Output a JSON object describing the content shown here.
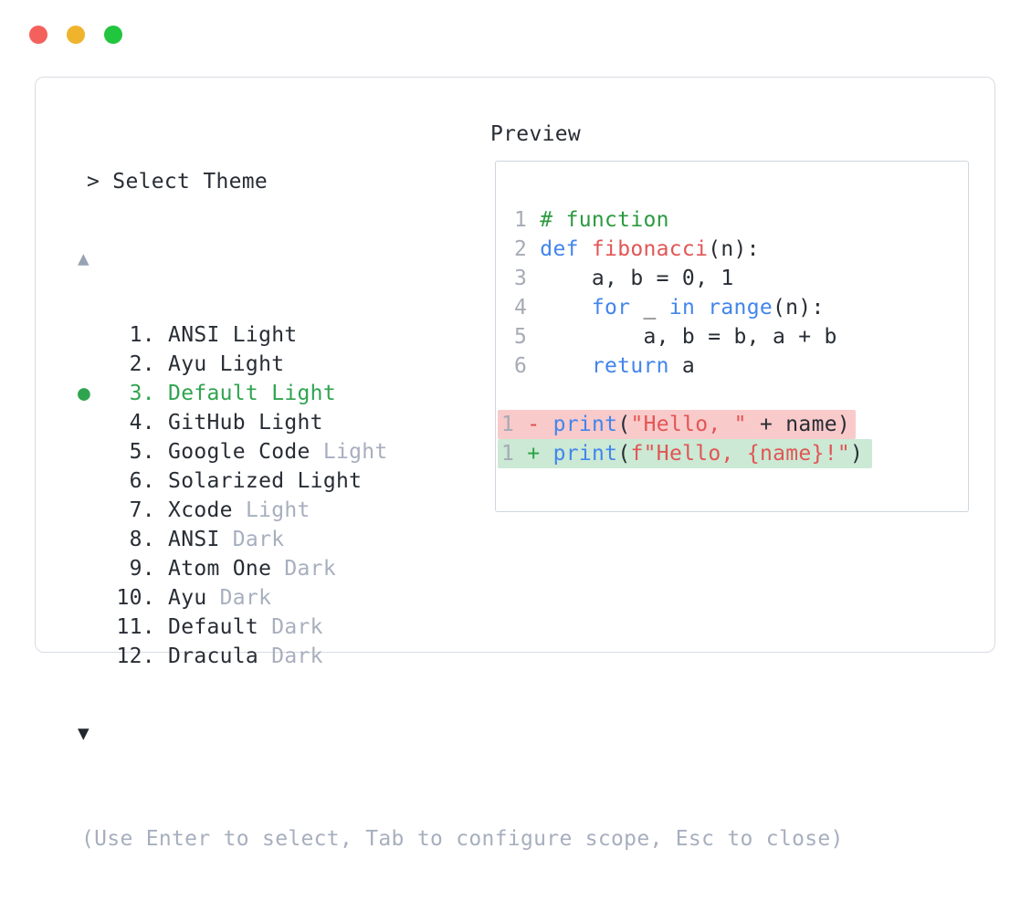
{
  "colors": {
    "text_dark": "#282d35",
    "text_muted": "#a7afbe",
    "selected_green": "#2fa44f",
    "scroll_up": "#98a2b3",
    "scroll_down": "#22272e",
    "panel_border": "#d8dce3",
    "box_border": "#cfd6df",
    "line_number": "#a6abb5",
    "code_comment": "#2c9a40",
    "code_keyword": "#4285ec",
    "code_name": "#e25555",
    "code_string": "#e25555",
    "diff_minus": "#d94a4a",
    "diff_plus": "#2aa344",
    "diff_removed_bg": "#f9caca",
    "diff_added_bg": "#cbe9d4"
  },
  "window": {
    "controls": [
      {
        "name": "close",
        "color": "#f4615c"
      },
      {
        "name": "minimize",
        "color": "#f0b42c"
      },
      {
        "name": "zoom",
        "color": "#22c53e"
      }
    ]
  },
  "picker": {
    "prompt": "> Select Theme",
    "scroll_up": "▲",
    "scroll_down": "▼",
    "selected_number": "3",
    "items": [
      {
        "number": "1",
        "name": "ANSI Light",
        "muted": "",
        "selected": false
      },
      {
        "number": "2",
        "name": "Ayu Light",
        "muted": "",
        "selected": false
      },
      {
        "number": "3",
        "name": "Default Light",
        "muted": "",
        "selected": true
      },
      {
        "number": "4",
        "name": "GitHub Light",
        "muted": "",
        "selected": false
      },
      {
        "number": "5",
        "name": "Google Code",
        "muted": "Light",
        "selected": false
      },
      {
        "number": "6",
        "name": "Solarized Light",
        "muted": "",
        "selected": false
      },
      {
        "number": "7",
        "name": "Xcode",
        "muted": "Light",
        "selected": false
      },
      {
        "number": "8",
        "name": "ANSI",
        "muted": "Dark",
        "selected": false
      },
      {
        "number": "9",
        "name": "Atom One",
        "muted": "Dark",
        "selected": false
      },
      {
        "number": "10",
        "name": "Ayu",
        "muted": "Dark",
        "selected": false
      },
      {
        "number": "11",
        "name": "Default",
        "muted": "Dark",
        "selected": false
      },
      {
        "number": "12",
        "name": "Dracula",
        "muted": "Dark",
        "selected": false
      }
    ],
    "help": "(Use Enter to select, Tab to configure scope, Esc to close)"
  },
  "preview": {
    "label": "Preview",
    "code_lines": [
      {
        "num": "1",
        "tokens": [
          {
            "t": "comment",
            "s": "# function"
          }
        ]
      },
      {
        "num": "2",
        "tokens": [
          {
            "t": "keyword",
            "s": "def"
          },
          {
            "t": "plain",
            "s": " "
          },
          {
            "t": "name",
            "s": "fibonacci"
          },
          {
            "t": "plain",
            "s": "(n):"
          }
        ]
      },
      {
        "num": "3",
        "tokens": [
          {
            "t": "plain",
            "s": "    a, b = 0, 1"
          }
        ]
      },
      {
        "num": "4",
        "tokens": [
          {
            "t": "plain",
            "s": "    "
          },
          {
            "t": "keyword",
            "s": "for"
          },
          {
            "t": "plain",
            "s": " _ "
          },
          {
            "t": "keyword",
            "s": "in"
          },
          {
            "t": "plain",
            "s": " "
          },
          {
            "t": "keyword",
            "s": "range"
          },
          {
            "t": "plain",
            "s": "(n):"
          }
        ]
      },
      {
        "num": "5",
        "tokens": [
          {
            "t": "plain",
            "s": "        a, b = b, a + b"
          }
        ]
      },
      {
        "num": "6",
        "tokens": [
          {
            "t": "plain",
            "s": "    "
          },
          {
            "t": "keyword",
            "s": "return"
          },
          {
            "t": "plain",
            "s": " a"
          }
        ]
      },
      {
        "blank": true
      },
      {
        "num": "1",
        "diff": "removed",
        "sign": "-",
        "tokens": [
          {
            "t": "keyword",
            "s": "print"
          },
          {
            "t": "plain",
            "s": "("
          },
          {
            "t": "string",
            "s": "\"Hello, \""
          },
          {
            "t": "plain",
            "s": " + name)"
          }
        ]
      },
      {
        "num": "1",
        "diff": "added",
        "sign": "+",
        "tokens": [
          {
            "t": "keyword",
            "s": "print"
          },
          {
            "t": "plain",
            "s": "("
          },
          {
            "t": "string",
            "s": "f\"Hello, {name}!\""
          },
          {
            "t": "plain",
            "s": ")"
          }
        ]
      }
    ]
  }
}
